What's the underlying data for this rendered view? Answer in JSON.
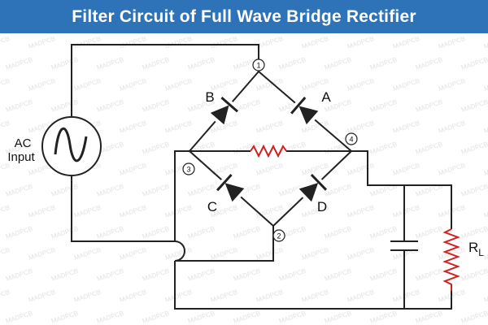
{
  "title": "Filter Circuit of Full Wave Bridge Rectifier",
  "watermark": "MADPCB",
  "colors": {
    "title_bg": "#2e73b8",
    "wire": "#222222",
    "resistor": "#d21f1f"
  },
  "labels": {
    "ac_line1": "AC",
    "ac_line2": "Input",
    "diode_a": "A",
    "diode_b": "B",
    "diode_c": "C",
    "diode_d": "D",
    "load_main": "R",
    "load_sub": "L"
  },
  "nodes": {
    "n1": "1",
    "n2": "2",
    "n3": "3",
    "n4": "4"
  }
}
